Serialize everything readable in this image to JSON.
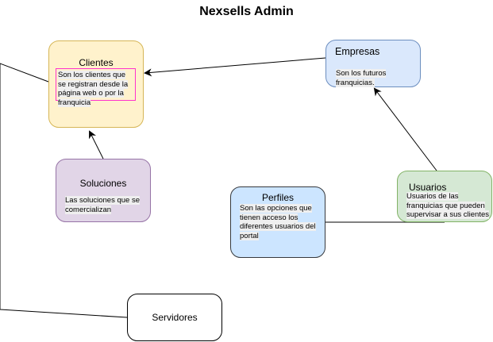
{
  "title": "Nexsells Admin",
  "nodes": {
    "clientes": {
      "label": "Clientes",
      "description": "Son los clientes que se registran desde la página web o por la franquicia",
      "fill": "#fff2cc",
      "stroke": "#d6b656"
    },
    "empresas": {
      "label": "Empresas",
      "description": "Son los futuros franquicias.",
      "fill": "#dae8fc",
      "stroke": "#6c8ebf"
    },
    "soluciones": {
      "label": "Soluciones",
      "description": "Las soluciones que se comercializan",
      "fill": "#e1d5e7",
      "stroke": "#9673a6"
    },
    "perfiles": {
      "label": "Perfiles",
      "description": "Son las opciones que tienen acceso los diferentes usuarios del portal",
      "fill": "#cce5ff",
      "stroke": "#36393d"
    },
    "usuarios": {
      "label": "Usuarios",
      "description": "Usuarios de las franquicias que pueden supervisar a sus clientes",
      "fill": "#d5e8d4",
      "stroke": "#82b366"
    },
    "servidores": {
      "label": "Servidores",
      "description": "",
      "fill": "#ffffff",
      "stroke": "#000000"
    }
  },
  "edges": [
    {
      "from": "empresas",
      "to": "clientes",
      "arrow": true
    },
    {
      "from": "soluciones",
      "to": "clientes",
      "arrow": true
    },
    {
      "from": "usuarios",
      "to": "empresas",
      "arrow": true
    },
    {
      "from": "perfiles",
      "to": "usuarios",
      "arrow": false
    },
    {
      "from": "servidores",
      "to": "clientes",
      "arrow": false
    }
  ]
}
